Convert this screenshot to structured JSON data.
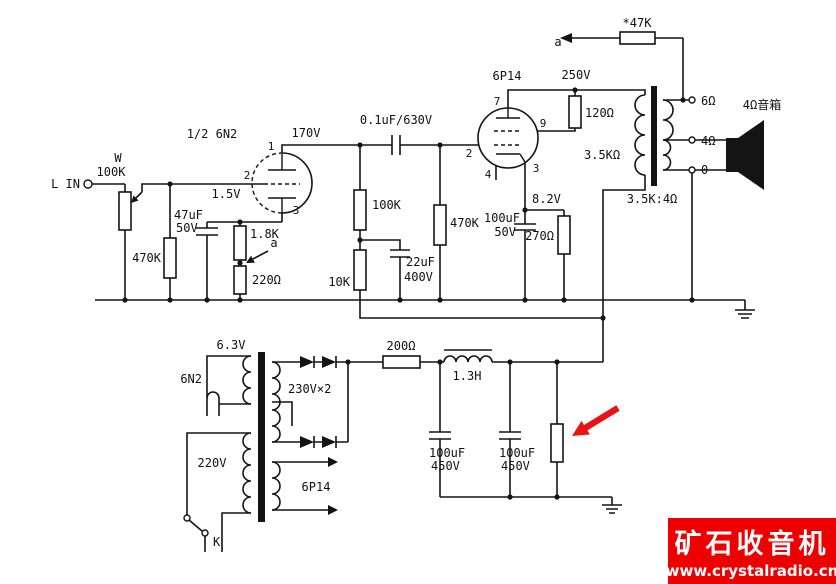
{
  "schematic": {
    "labels": {
      "l_in": "L IN",
      "pot_w": "W",
      "pot_val": "100K",
      "r_g1": "470K",
      "tube1": "1/2 6N2",
      "t1p1": "1",
      "t1p2": "2",
      "t1p3": "3",
      "vk1": "1.5V",
      "ck1a": "47uF",
      "ck1b": "50V",
      "rk1": "1.8K",
      "a1": "a",
      "rk2": "220Ω",
      "vp1": "170V",
      "cc": "0.1uF/630V",
      "rp1": "100K",
      "rd1": "10K",
      "cd1": "22uF",
      "cd2": "400V",
      "rg2": "470K",
      "tube2": "6P14",
      "t2p7": "7",
      "t2p2": "2",
      "t2p9": "9",
      "t2p4": "4",
      "t2p3": "3",
      "vs": "250V",
      "rs": "120Ω",
      "vk2": "8.2V",
      "ck2a": "100uF",
      "ck2b": "50V",
      "rk3": "270Ω",
      "optz": "3.5KΩ",
      "optr": "3.5K:4Ω",
      "rfb": "*47K",
      "a2": "a",
      "tap6": "6Ω",
      "tap4": "4Ω",
      "tap0": "0",
      "spk": "4Ω音箱",
      "hv1": "6.3V",
      "h1": "6N2",
      "hv": "230V×2",
      "rf": "200Ω",
      "lf": "1.3H",
      "mains": "220V",
      "sw": "K",
      "h2": "6P14",
      "cf1a": "100uF",
      "cf1b": "450V",
      "cf2a": "100uF",
      "cf2b": "450V"
    }
  },
  "watermark": {
    "brand": "矿石收音机",
    "url": "www.crystalradio.cn"
  },
  "colors": {
    "wire": "#141414",
    "annotation_arrow": "#e81313",
    "watermark_bg": "#ef0000",
    "watermark_fg": "#ffffff",
    "background": "#ffffff"
  }
}
